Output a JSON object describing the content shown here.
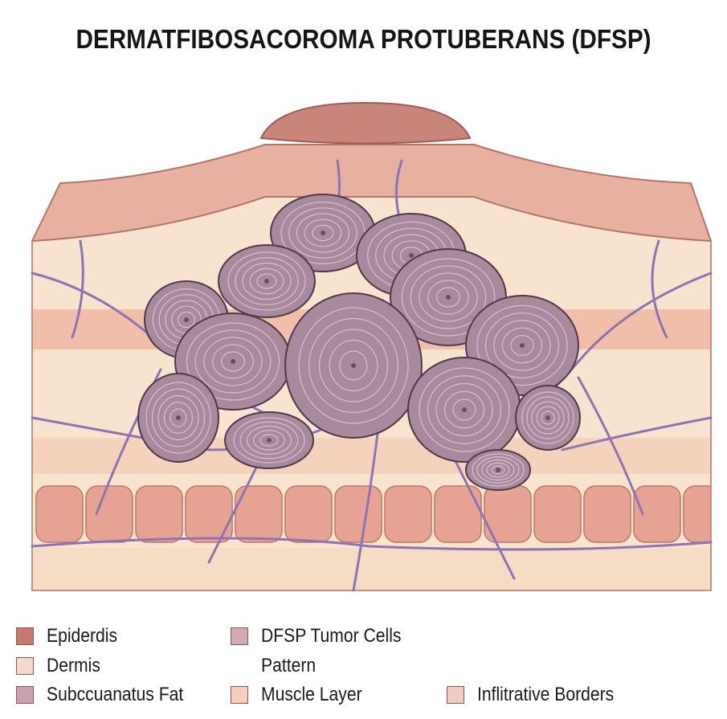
{
  "title": "DERMATFIBOSACOROMA PROTUBERANS (DFSP)",
  "legend": [
    {
      "label": "Epiderdis",
      "color": "#c7786c"
    },
    {
      "label": "Dermis",
      "color": "#f3d8cc"
    },
    {
      "label": "Subccuanatus Fat",
      "color": "#c8a2b2"
    },
    {
      "label": "DFSP Tumor Cells",
      "color": "#d3aab2"
    },
    {
      "label": "Pattern",
      "color": null
    },
    {
      "label": "Muscle Layer",
      "color": "#f5cfbb"
    },
    {
      "label": "Inflitrative Borders",
      "color": "#f2cbc0"
    }
  ],
  "colors": {
    "epidermis": "#e3a597",
    "epidermis_dark": "#c97a6e",
    "dermis": "#f8e3cf",
    "muscle": "#e6a394",
    "tumor": "#a98a9c",
    "vessel": "#8c74b5"
  }
}
